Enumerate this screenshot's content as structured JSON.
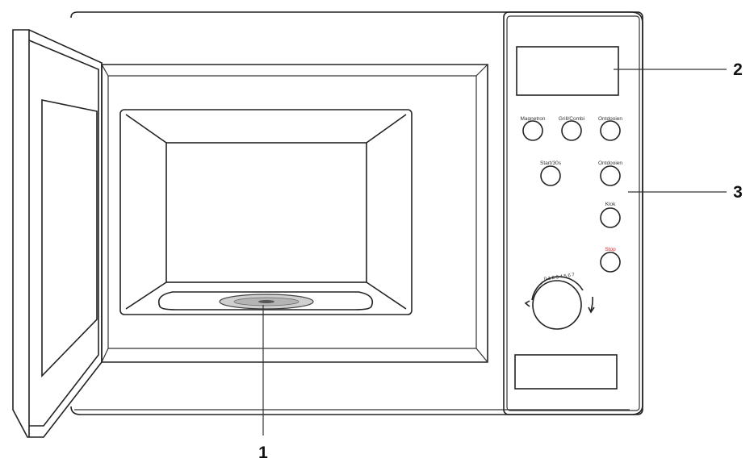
{
  "callouts": [
    {
      "id": "1",
      "label": "1"
    },
    {
      "id": "2",
      "label": "2"
    },
    {
      "id": "3",
      "label": "3"
    }
  ],
  "buttons": [
    {
      "id": "micro",
      "label": "Magnetron"
    },
    {
      "id": "grill",
      "label": "Grill/Combi"
    },
    {
      "id": "defrost",
      "label": "Ontdooien"
    },
    {
      "id": "start",
      "label": "Start/30s"
    },
    {
      "id": "weight",
      "label": "Ontdooien"
    },
    {
      "id": "clock",
      "label": "Klok"
    },
    {
      "id": "stop",
      "label": "Stop"
    }
  ],
  "dial": {
    "scale_text": "0 1 2 3 4 5 6 7"
  },
  "colors": {
    "stop_label": "#d9232a",
    "line": "#222222"
  }
}
